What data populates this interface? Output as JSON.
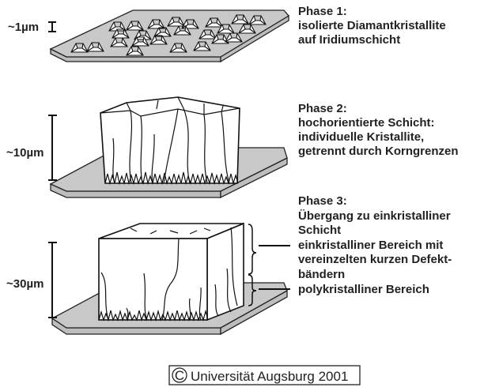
{
  "phase1": {
    "scale_label": "~1µm",
    "lines": [
      "Phase 1:",
      "isolierte Diamantkristallite",
      "auf Iridiumschicht"
    ]
  },
  "phase2": {
    "scale_label": "~10µm",
    "lines": [
      "Phase 2:",
      "hochorientierte Schicht:",
      "individuelle Kristallite,",
      "getrennt durch Korngrenzen"
    ]
  },
  "phase3": {
    "scale_label": "~30µm",
    "lines": [
      "Phase 3:",
      "Übergang zu einkristalliner",
      "Schicht",
      "einkristalliner Bereich mit",
      "vereinzelten kurzen Defekt-",
      "bändern",
      "polykristalliner Bereich"
    ]
  },
  "copyright": {
    "symbol": "C",
    "text": "Universität Augsburg 2001"
  }
}
